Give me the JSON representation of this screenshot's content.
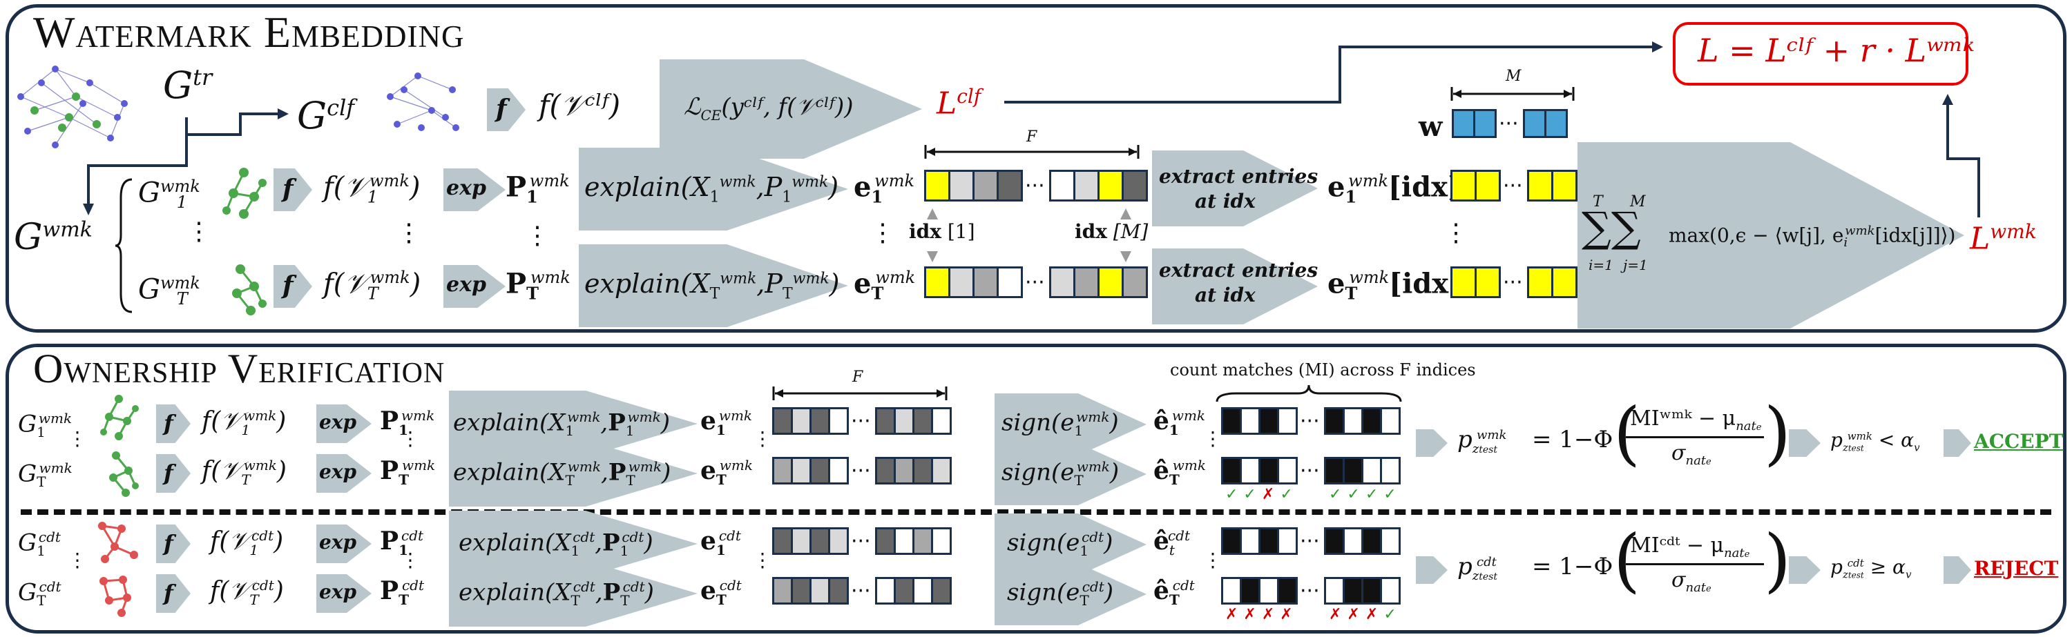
{
  "panels": {
    "embedding_title": "Watermark Embedding",
    "verification_title": "Ownership Verification"
  },
  "embedding": {
    "G_tr": "G",
    "G_tr_sup": "tr",
    "G_clf": "G",
    "G_clf_sup": "clf",
    "G_wmk": "G",
    "G_wmk_sup": "wmk",
    "G1": "G",
    "G1_sub": "1",
    "G1_sup": "wmk",
    "GT": "G",
    "GT_sub": "T",
    "GT_sup": "wmk",
    "f": "f",
    "f_clf": "f(𝒱ᶜˡᶠ)",
    "loss_ce": "ℒ",
    "loss_ce_sub": "CE",
    "loss_ce_args": "(yᶜˡᶠ, f(𝒱ᶜˡᶠ))",
    "L_clf": "L",
    "L_clf_sup": "clf",
    "total_loss": "L = Lᶜˡᶠ + r · Lʷᵐᵏ",
    "M_label": "M",
    "F_label": "F",
    "w_label": "w",
    "f_v1": "f(𝒱",
    "f_v1_sub": "1",
    "f_v1_sup": "wmk",
    "f_vT": "f(𝒱",
    "f_vT_sub": "T",
    "f_vT_sup": "wmk",
    "exp": "exp",
    "P1": "P",
    "P1_sub": "1",
    "P1_sup": "wmk",
    "PT": "P",
    "PT_sub": "T",
    "PT_sup": "wmk",
    "explain1": "explain(X",
    "explain1_args": "P",
    "explainT": "explain(X",
    "e1": "e",
    "e1_sub": "1",
    "e1_sup": "wmk",
    "eT": "e",
    "eT_sub": "T",
    "eT_sup": "wmk",
    "idx1": "idx",
    "idx1_arg": "[1]",
    "idxM": "idx",
    "idxM_arg": "[M]",
    "extract_line1": "extract entries",
    "extract_line2": "at idx",
    "e1_idx": "[idx]",
    "eT_idx": "[idx]",
    "sum_formula": "max(0,ϵ − ⟨w[j], e",
    "sum_formula_end": "[idx[j]]⟩)",
    "sum_upper_T": "T",
    "sum_upper_M": "M",
    "sum_lower_i": "i=1",
    "sum_lower_j": "j=1",
    "L_wmk": "L",
    "L_wmk_sup": "wmk",
    "vdots": "⋮"
  },
  "verification": {
    "F_label": "F",
    "count_matches": "count matches (MI) across F indices",
    "G1_wmk": "G",
    "GT_wmk": "G",
    "G1_cdt": "G",
    "GT_cdt": "G",
    "wmk_sup": "wmk",
    "cdt_sup": "cdt",
    "sub_1": "1",
    "sub_T": "T",
    "sub_t": "t",
    "f": "f",
    "f_v": "f(𝒱",
    "exp": "exp",
    "P": "P",
    "explain": "explain(X",
    "e": "e",
    "sign": "sign(e",
    "ehat": "ê",
    "p_wmk": "p",
    "p_sub": "z",
    "p_sub2": "test",
    "p_eq_wmk": "= 1−Φ",
    "MI_wmk": "MIʷᵐᵏ − μ",
    "MI_cdt": "MIᶜᵈᵗ − μ",
    "mu_sub": "nat",
    "mu_sub2": "e",
    "sigma": "σ",
    "compare_wmk": "< α",
    "compare_cdt": "≥ α",
    "alpha_sub": "v",
    "accept": "ACCEPT",
    "reject": "REJECT",
    "checks_wmk": "✓✓✗✓",
    "checks_wmk2": "✓✓✓✓",
    "checks_cdt": "✗✗✗✗",
    "checks_cdt2": "✗✗✗✓",
    "dots": "···"
  },
  "colors": {
    "frame": "#1c2f4a",
    "arrow": "#b9c6cc",
    "red": "#d40000",
    "green": "#2e9a2e",
    "yellow": "#ffff00",
    "blue": "#4aa3d6",
    "graph_blue": "#5b5bd8",
    "graph_green": "#4aa84a",
    "graph_red": "#e05050",
    "dark_cell": "#666666",
    "mid_cell": "#a8a8a8",
    "light_cell": "#d9d9d9",
    "black_cell": "#111111"
  }
}
